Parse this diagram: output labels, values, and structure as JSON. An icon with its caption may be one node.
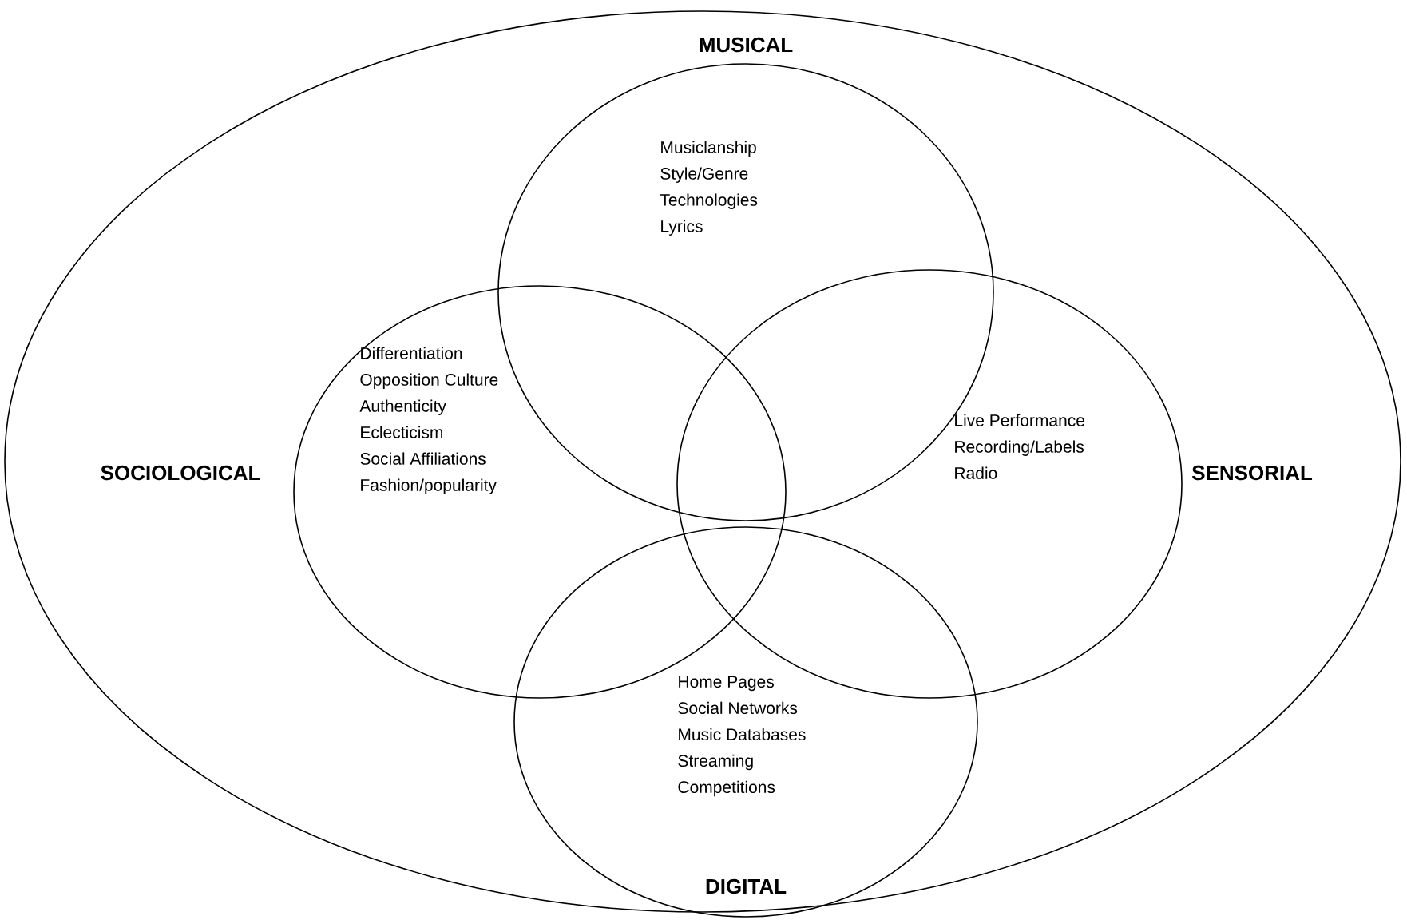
{
  "diagram": {
    "nodes": [
      {
        "text": [],
        "shape": "ellipse"
      },
      {
        "text": [
          "MUSICAL",
          "Musiclanship",
          "Style/Genre",
          "Technologies",
          "Lyrics"
        ],
        "in": 0
      },
      {
        "text": [
          "SOCIOLOGICAL",
          "Differentiation",
          "Opposition Culture",
          "Authenticity",
          "Eclecticism",
          "Social Affiliations",
          "Fashion/popularity"
        ],
        "in": 0
      },
      {
        "text": [
          "SENSORIAL",
          "Live Performance",
          "Recording/Labels",
          "Radio"
        ],
        "in": 0
      },
      {
        "text": [
          "Home Pages",
          "Social Networks",
          "Music Databases",
          "Streaming",
          "Competitions",
          "DIGITAL"
        ],
        "in": 0
      }
    ]
  }
}
